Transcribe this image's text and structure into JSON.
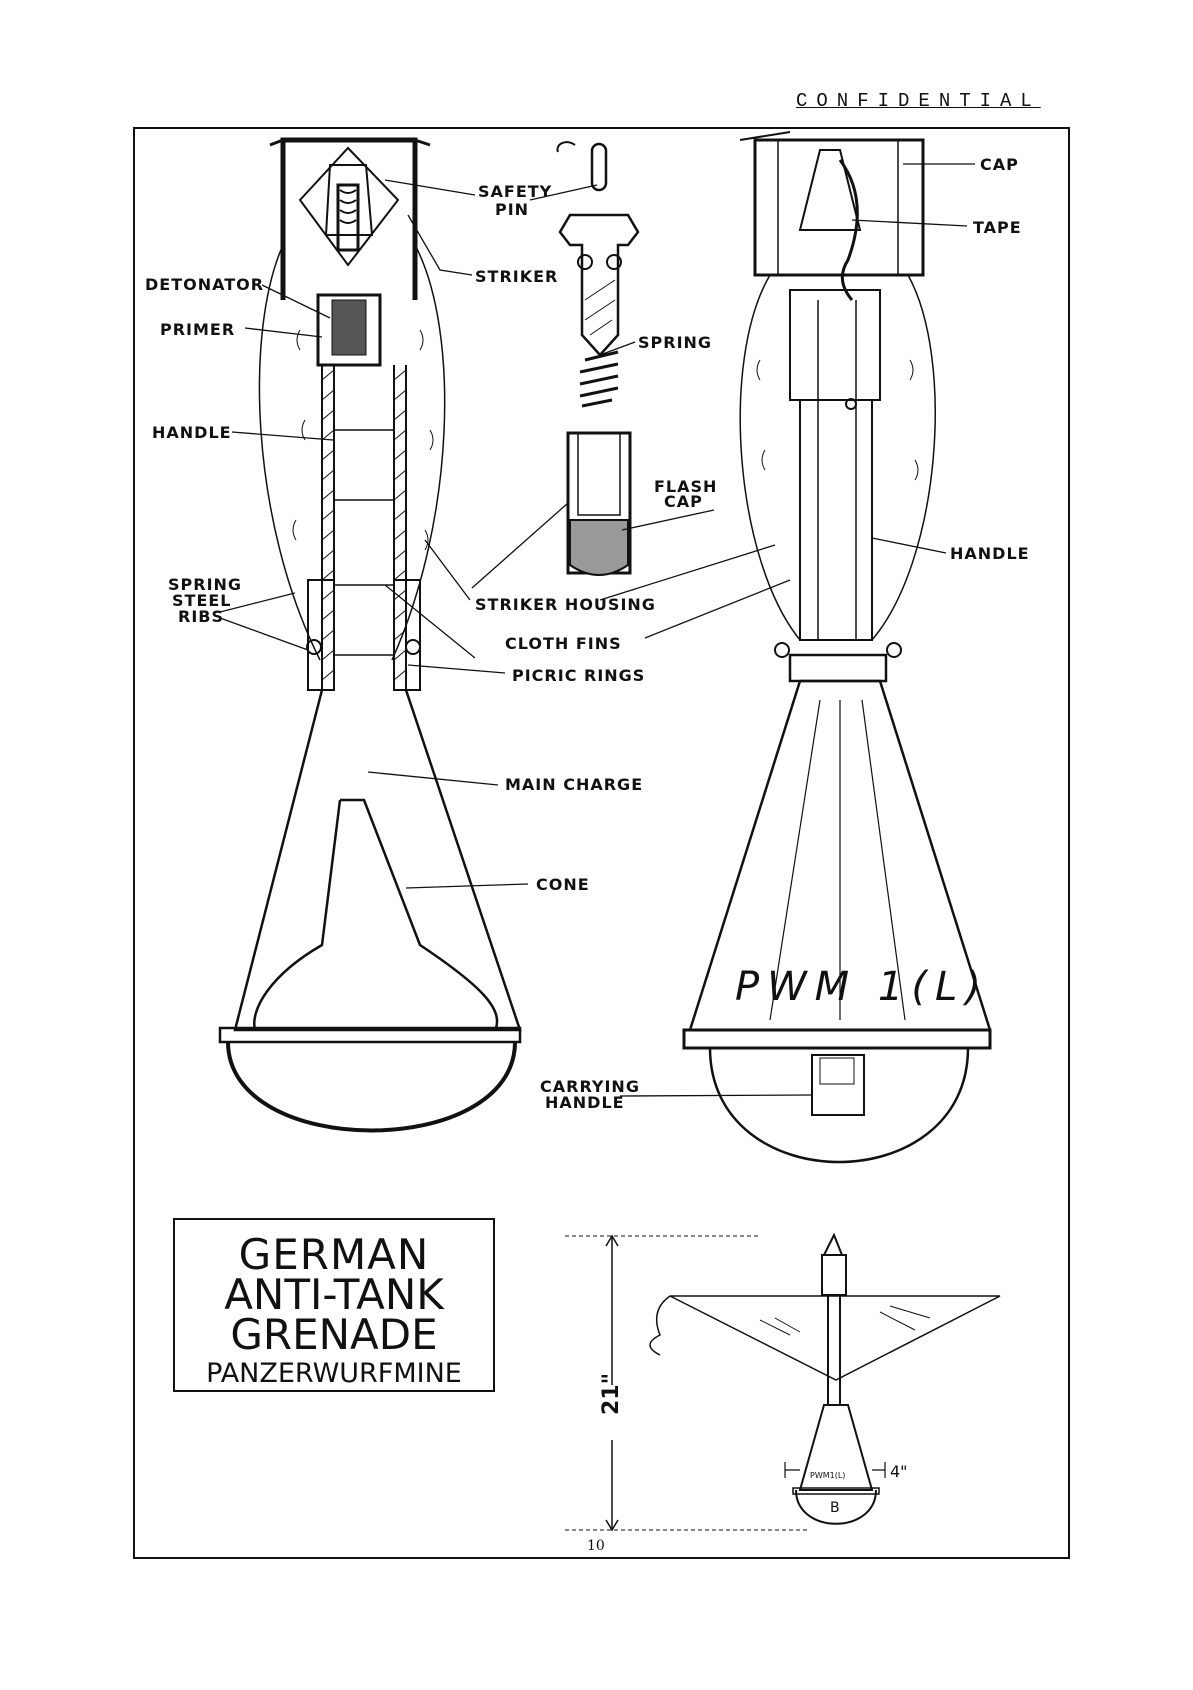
{
  "header": {
    "confidential": "CONFIDENTIAL"
  },
  "labels": {
    "safety_pin_1": "SAFETY",
    "safety_pin_2": "PIN",
    "striker": "STRIKER",
    "detonator": "DETONATOR",
    "primer": "PRIMER",
    "spring": "SPRING",
    "handle_left": "HANDLE",
    "flash_cap_1": "FLASH",
    "flash_cap_2": "CAP",
    "spring_steel_ribs_1": "SPRING",
    "spring_steel_ribs_2": "STEEL",
    "spring_steel_ribs_3": "RIBS",
    "striker_housing": "STRIKER HOUSING",
    "cloth_fins": "CLOTH FINS",
    "picric_rings": "PICRIC RINGS",
    "main_charge": "MAIN CHARGE",
    "cone": "CONE",
    "cap": "CAP",
    "tape": "TAPE",
    "handle_right": "HANDLE",
    "carrying_handle_1": "CARRYING",
    "carrying_handle_2": "HANDLE",
    "body_marking": "PWM 1(L)",
    "small_marking": "PWM1(L)",
    "small_base_letter": "B",
    "dim_length": "21\"",
    "dim_width": "4\""
  },
  "title": {
    "line1": "GERMAN",
    "line2": "ANTI-TANK",
    "line3": "GRENADE",
    "line4": "PANZERWURFMINE"
  },
  "page_number": "10"
}
